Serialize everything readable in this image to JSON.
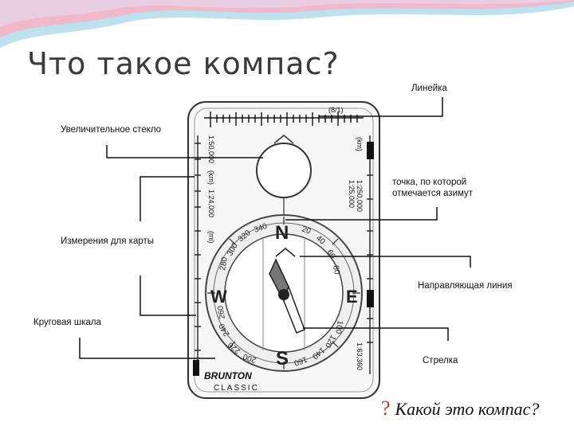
{
  "slide": {
    "title": "Что такое компас?",
    "question_mark": "?",
    "question": "Какой это компас?"
  },
  "labels": {
    "ruler": "Линейка",
    "magnifier": "Увеличительное стекло",
    "azimuth_line1": "точка, по которой",
    "azimuth_line2": "отмечается азимут",
    "map_measure": "Измерения для карты",
    "guide_line": "Направляющая линия",
    "dial": "Круговая шкала",
    "needle": "Стрелка"
  },
  "compass": {
    "brand": "BRUNTON",
    "model": "CLASSIC",
    "cardinals": [
      "N",
      "E",
      "S",
      "W"
    ],
    "dial_numbers": [
      "20",
      "40",
      "60",
      "80",
      "100",
      "120",
      "140",
      "160",
      "200",
      "220",
      "240",
      "260",
      "280",
      "300",
      "320",
      "340"
    ],
    "scale_left_top": "1:50,000",
    "scale_left_mid": "1:24,000",
    "scale_left_unit_top": "(km)",
    "scale_left_unit_mid": "(mi)",
    "scale_right_top": "1:250,000",
    "scale_right_mid": "1:25,000",
    "scale_right_unit": "(km)",
    "scale_right_bottom": "1:63,360",
    "ruler_mark": "(8/1)"
  },
  "colors": {
    "accent_red": "#c0392b",
    "banner_pink": "#f0b8c8",
    "banner_blue": "#bfe0ee",
    "line": "#111111"
  }
}
